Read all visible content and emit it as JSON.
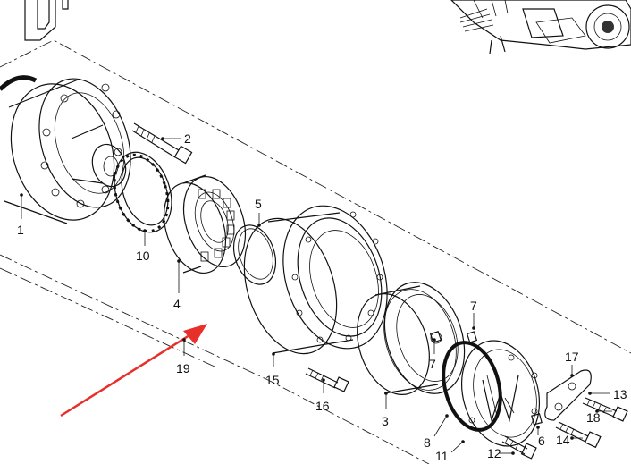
{
  "diagram": {
    "callouts": [
      {
        "id": "c1",
        "label": "1"
      },
      {
        "id": "c2",
        "label": "2"
      },
      {
        "id": "c10",
        "label": "10"
      },
      {
        "id": "c4",
        "label": "4"
      },
      {
        "id": "c5",
        "label": "5"
      },
      {
        "id": "c19",
        "label": "19"
      },
      {
        "id": "c15",
        "label": "15"
      },
      {
        "id": "c16",
        "label": "16"
      },
      {
        "id": "c3",
        "label": "3"
      },
      {
        "id": "c7a",
        "label": "7"
      },
      {
        "id": "c7b",
        "label": "7"
      },
      {
        "id": "c17",
        "label": "17"
      },
      {
        "id": "c13",
        "label": "13"
      },
      {
        "id": "c18",
        "label": "18"
      },
      {
        "id": "c6",
        "label": "6"
      },
      {
        "id": "c14",
        "label": "14"
      },
      {
        "id": "c8",
        "label": "8"
      },
      {
        "id": "c11",
        "label": "11"
      },
      {
        "id": "c12",
        "label": "12"
      }
    ],
    "colors": {
      "line": "#111111",
      "arrow": "#e8302a",
      "background": "#ffffff"
    }
  }
}
